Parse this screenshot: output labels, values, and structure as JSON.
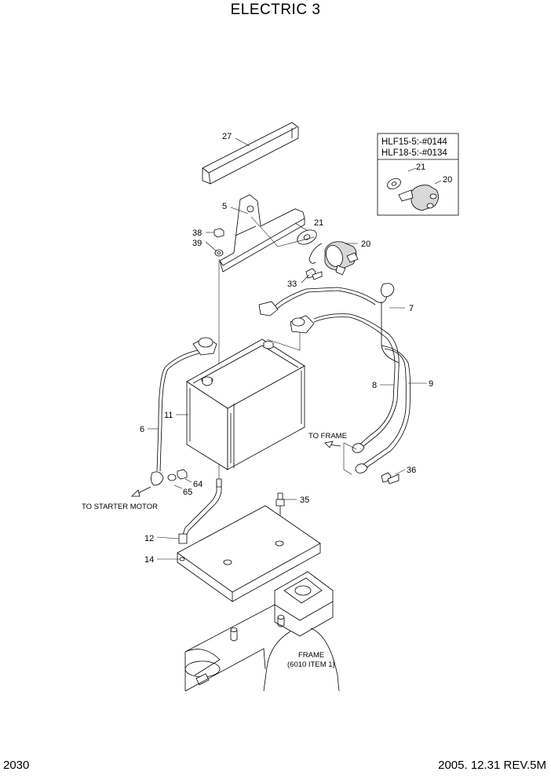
{
  "header": {
    "title": "ELECTRIC 3"
  },
  "footer": {
    "page_number": "2030",
    "revision": "2005. 12.31  REV.5M"
  },
  "inset": {
    "line1": "HLF15-5:-#0144",
    "line2": "HLF18-5:-#0134",
    "callout_a": "21",
    "callout_b": "20"
  },
  "callouts": {
    "p27": "27",
    "p5": "5",
    "p21": "21",
    "p20": "20",
    "p38": "38",
    "p39": "39",
    "p33": "33",
    "p7": "7",
    "p8": "8",
    "p9": "9",
    "p11": "11",
    "p6": "6",
    "p64": "64",
    "p65": "65",
    "p36": "36",
    "p35": "35",
    "p12": "12",
    "p14": "14"
  },
  "notes": {
    "to_frame": "TO FRAME",
    "to_starter": "TO STARTER MOTOR",
    "frame_line1": "FRAME",
    "frame_line2": "(6010 ITEM 1)"
  }
}
